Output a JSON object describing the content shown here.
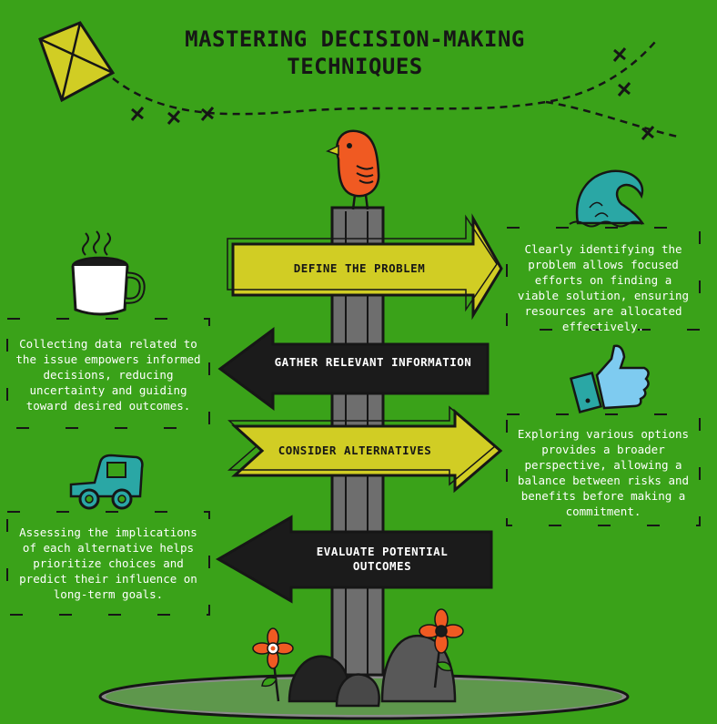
{
  "title": {
    "line1": "MASTERING DECISION-MAKING",
    "line2": "TECHNIQUES"
  },
  "steps": [
    {
      "label": "DEFINE THE PROBLEM",
      "description": "Clearly identifying the problem allows focused efforts on finding a viable solution, ensuring resources are allocated effectively.",
      "icon": "wave-icon",
      "sign_color": "#d1cd24"
    },
    {
      "label": "GATHER RELEVANT INFORMATION",
      "description": "Collecting data related to the issue empowers informed decisions, reducing uncertainty and guiding toward desired outcomes.",
      "icon": "coffee-mug-icon",
      "sign_color": "#1b1b1b"
    },
    {
      "label": "CONSIDER ALTERNATIVES",
      "description": "Exploring various options provides a broader perspective, allowing a balance between risks and benefits before making a commitment.",
      "icon": "thumbs-up-icon",
      "sign_color": "#d1cd24"
    },
    {
      "label": "EVALUATE POTENTIAL OUTCOMES",
      "description": "Assessing the implications of each alternative helps prioritize choices and predict their influence on long-term goals.",
      "icon": "car-icon",
      "sign_color": "#1b1b1b"
    }
  ],
  "colors": {
    "background": "#3aa219",
    "sign_yellow": "#d1cd24",
    "sign_black": "#1b1b1b",
    "post": "#6e6e6e",
    "bird": "#f05a22",
    "icon_teal": "#2aa7a5"
  }
}
